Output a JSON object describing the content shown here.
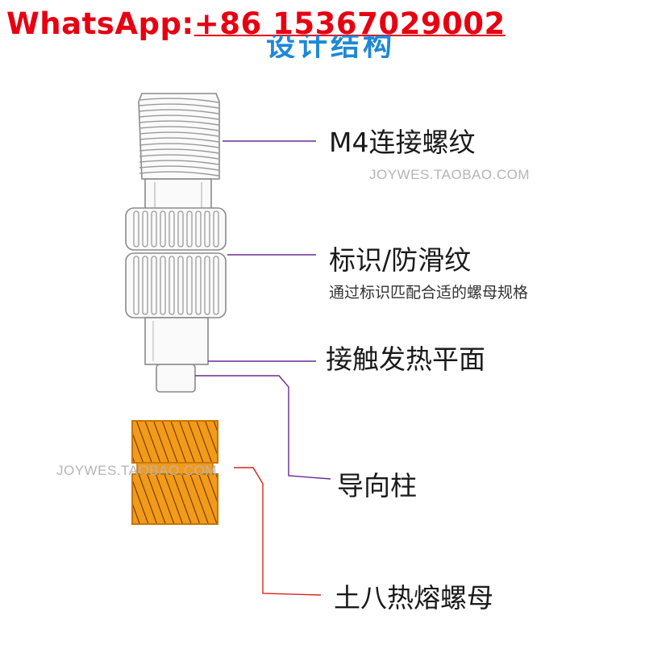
{
  "contact": {
    "prefix": "WhatsApp:",
    "number": "+86 15367029002",
    "color": "#e60012"
  },
  "header": {
    "title_partial": "设计结构",
    "color": "#1e88d8"
  },
  "watermarks": [
    "JOYWES.TAOBAO.COM",
    "JOYWES.TAOBAO.COM"
  ],
  "labels": {
    "thread": "M4连接螺纹",
    "knurl": "标识/防滑纹",
    "knurl_note": "通过标识匹配合适的螺母规格",
    "contact_face": "接触发热平面",
    "guide_pin": "导向柱",
    "nut": "土八热熔螺母"
  },
  "colors": {
    "leader_tip": "#6a2c91",
    "leader_nut": "#d9241c",
    "nut_fill": "#f29a1a",
    "tip_outline": "#8a8a8a"
  },
  "icons": [
    "tip-part-icon",
    "brass-nut-icon"
  ]
}
